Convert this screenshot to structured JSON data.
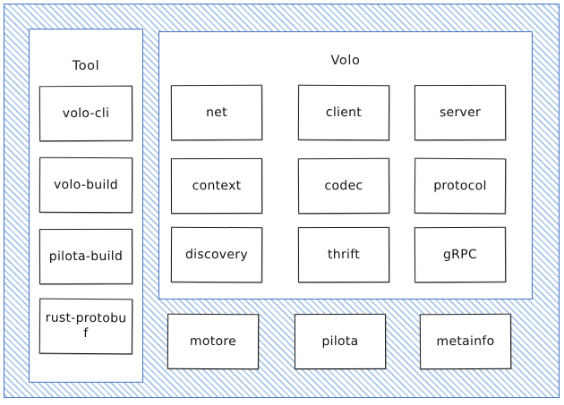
{
  "diagram": {
    "title_tool": "Tool",
    "title_volo": "Volo",
    "colors": {
      "frame_border": "#4472c4",
      "hatch_stripe": "#5f96d4",
      "node_border": "#1c1c1c",
      "panel_background": "#ffffff"
    },
    "tool_panel": {
      "label": "Tool",
      "items": [
        {
          "label": "volo-cli"
        },
        {
          "label": "volo-build"
        },
        {
          "label": "pilota-build"
        },
        {
          "label": "rust-protobuf"
        }
      ]
    },
    "volo_panel": {
      "label": "Volo",
      "rows": [
        [
          {
            "label": "net"
          },
          {
            "label": "client"
          },
          {
            "label": "server"
          }
        ],
        [
          {
            "label": "context"
          },
          {
            "label": "codec"
          },
          {
            "label": "protocol"
          }
        ],
        [
          {
            "label": "discovery"
          },
          {
            "label": "thrift"
          },
          {
            "label": "gRPC"
          }
        ]
      ]
    },
    "bottom_row": {
      "items": [
        {
          "label": "motore"
        },
        {
          "label": "pilota"
        },
        {
          "label": "metainfo"
        }
      ]
    }
  }
}
